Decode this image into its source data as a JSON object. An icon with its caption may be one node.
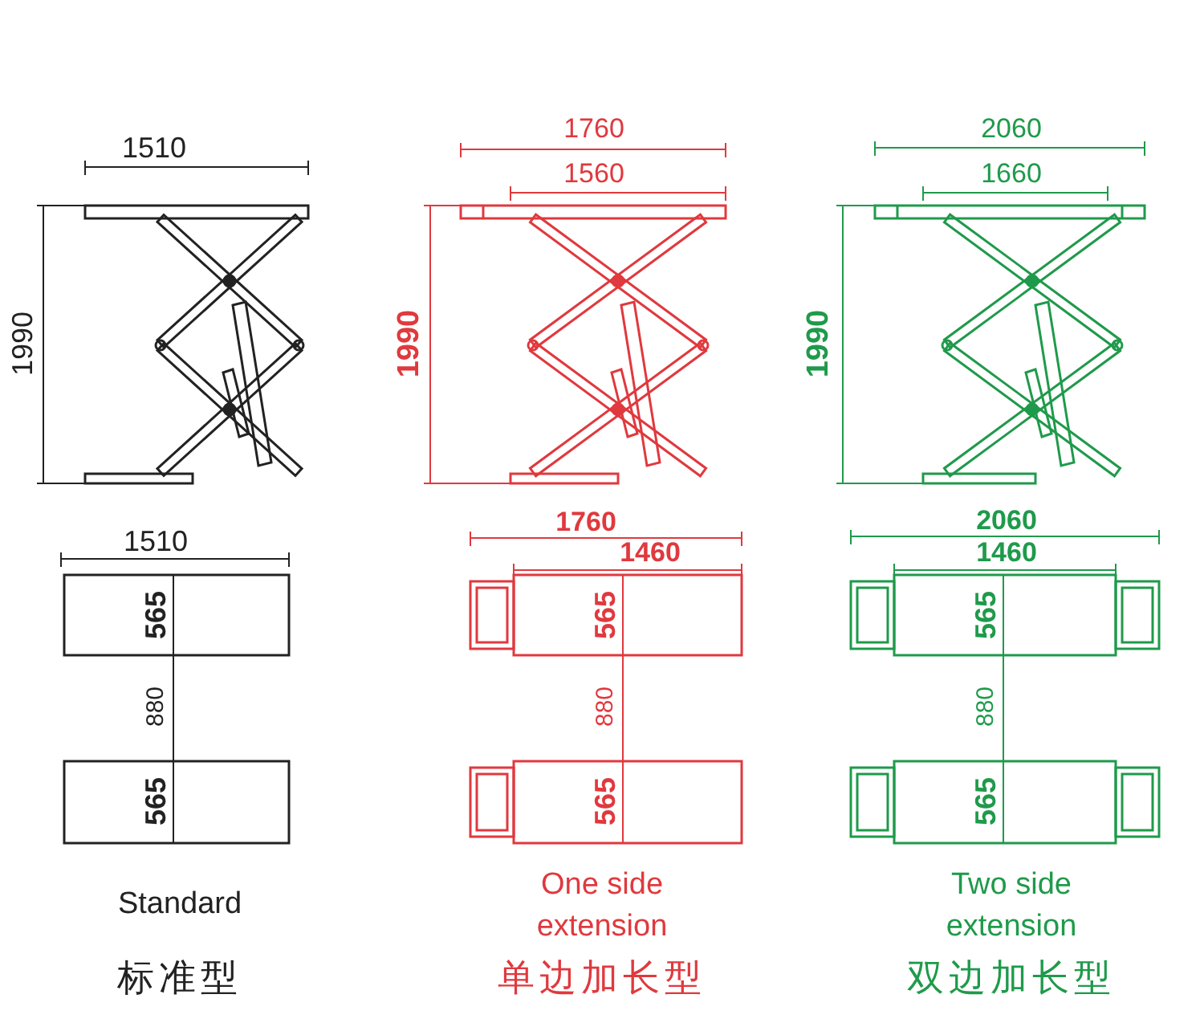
{
  "diagram": {
    "labels": [
      "1510",
      "1990",
      "1510",
      "565",
      "880",
      "565",
      "Standard",
      "标准型",
      "1760",
      "1560",
      "1990",
      "1760",
      "1460",
      "565",
      "880",
      "565",
      "One side extension",
      "单边加长型",
      "2060",
      "1660",
      "1990",
      "2060",
      "1460",
      "565",
      "880",
      "565",
      "Two side extension",
      "双边加长型"
    ]
  }
}
